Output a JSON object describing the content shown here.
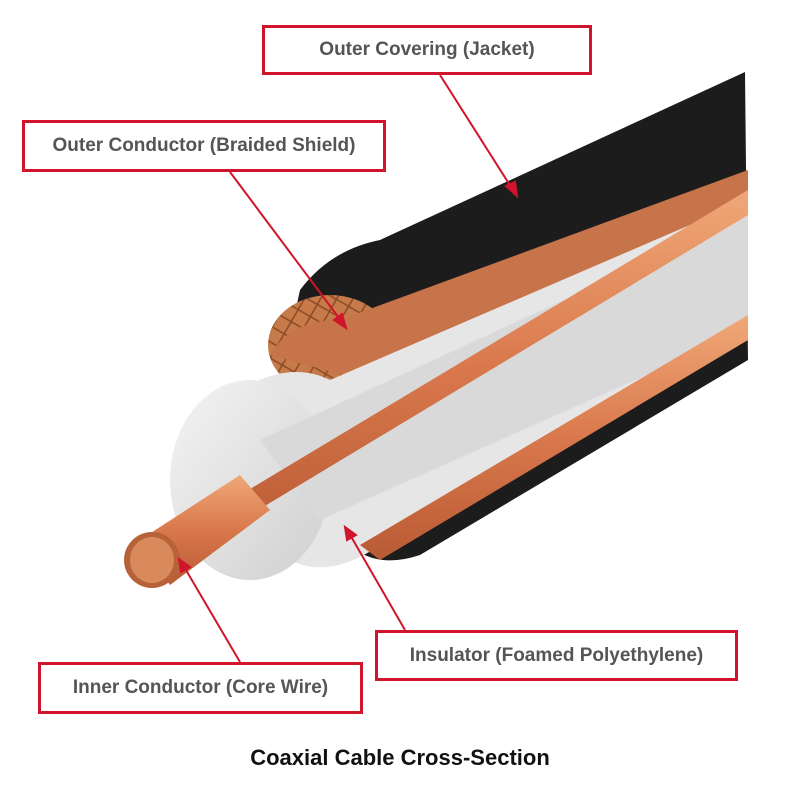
{
  "labels": {
    "jacket": "Outer Covering (Jacket)",
    "shield": "Outer Conductor (Braided Shield)",
    "insulator": "Insulator (Foamed Polyethylene)",
    "core": "Inner Conductor (Core Wire)"
  },
  "title": "Coaxial Cable Cross-Section",
  "colors": {
    "label_border": "#d0142c",
    "label_text": "#555555",
    "jacket": "#1c1c1c",
    "copper": "#d98a5c",
    "insulator": "#e8e8e8"
  }
}
